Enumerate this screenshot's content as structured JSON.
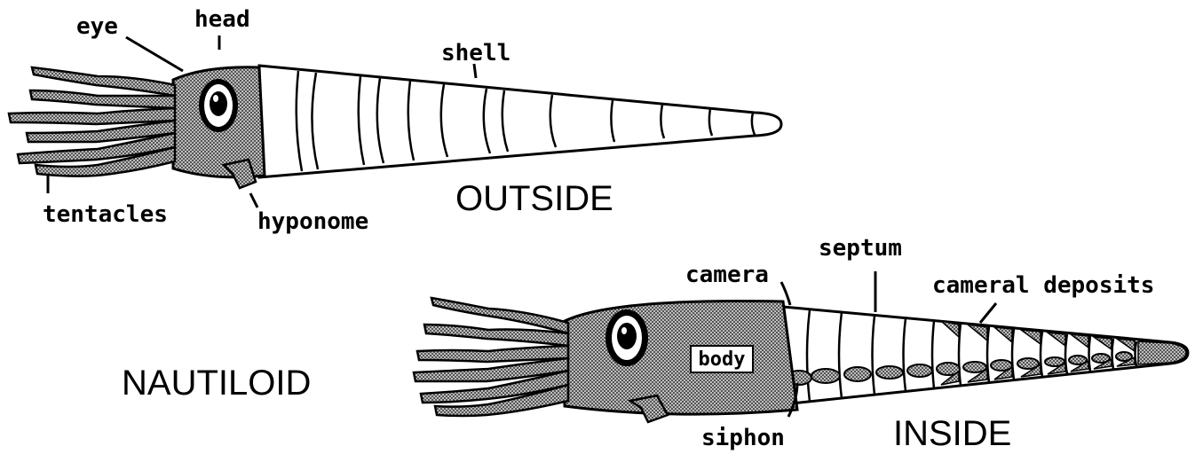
{
  "title": "NAUTILOID",
  "views": {
    "outside": {
      "caption": "OUTSIDE",
      "labels": {
        "eye": "eye",
        "head": "head",
        "shell": "shell",
        "tentacles": "tentacles",
        "hyponome": "hyponome"
      }
    },
    "inside": {
      "caption": "INSIDE",
      "labels": {
        "camera": "camera",
        "septum": "septum",
        "cameral_deposits": "cameral deposits",
        "body": "body",
        "siphon": "siphon"
      }
    }
  },
  "colors": {
    "ink": "#000000",
    "tissue": "#8c8c8c",
    "shell": "#ffffff",
    "deposit": "#a8a8a8"
  }
}
